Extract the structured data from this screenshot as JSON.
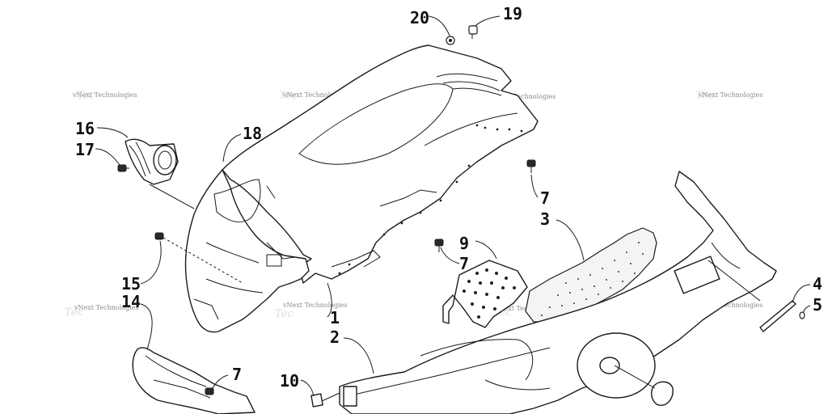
{
  "watermark": {
    "text": "vNext Technologies"
  },
  "callouts": {
    "c1": "1",
    "c2": "2",
    "c3": "3",
    "c4": "4",
    "c5": "5",
    "c7": "7",
    "c9": "9",
    "c10": "10",
    "c14": "14",
    "c15": "15",
    "c16": "16",
    "c17": "17",
    "c18": "18",
    "c19": "19",
    "c20": "20"
  }
}
